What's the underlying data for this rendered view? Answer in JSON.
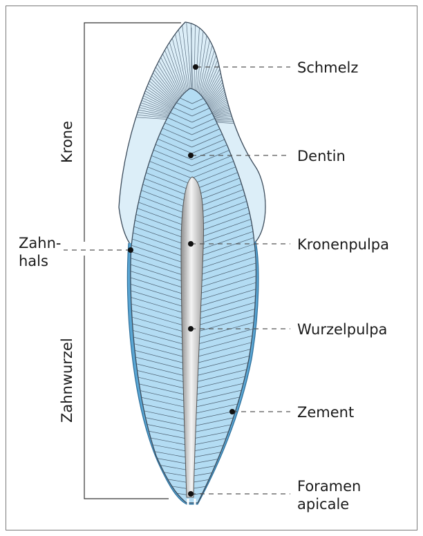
{
  "labels": {
    "schmelz": "Schmelz",
    "dentin": "Dentin",
    "kronenpulpa": "Kronenpulpa",
    "wurzelpulpa": "Wurzelpulpa",
    "zement": "Zement",
    "foramen_line1": "Foramen",
    "foramen_line2": "apicale",
    "zahnhals_line1": "Zahn-",
    "zahnhals_line2": "hals",
    "krone": "Krone",
    "zahnwurzel": "Zahnwurzel"
  },
  "colors": {
    "enamel": "#dceef8",
    "dentin": "#b3dcf3",
    "cementum": "#5aa6d4",
    "pulp_light": "#f2f2f2",
    "pulp_dark": "#9a9a9a",
    "line": "#3a4a5a",
    "dot": "#111111",
    "dash": "#555555"
  }
}
